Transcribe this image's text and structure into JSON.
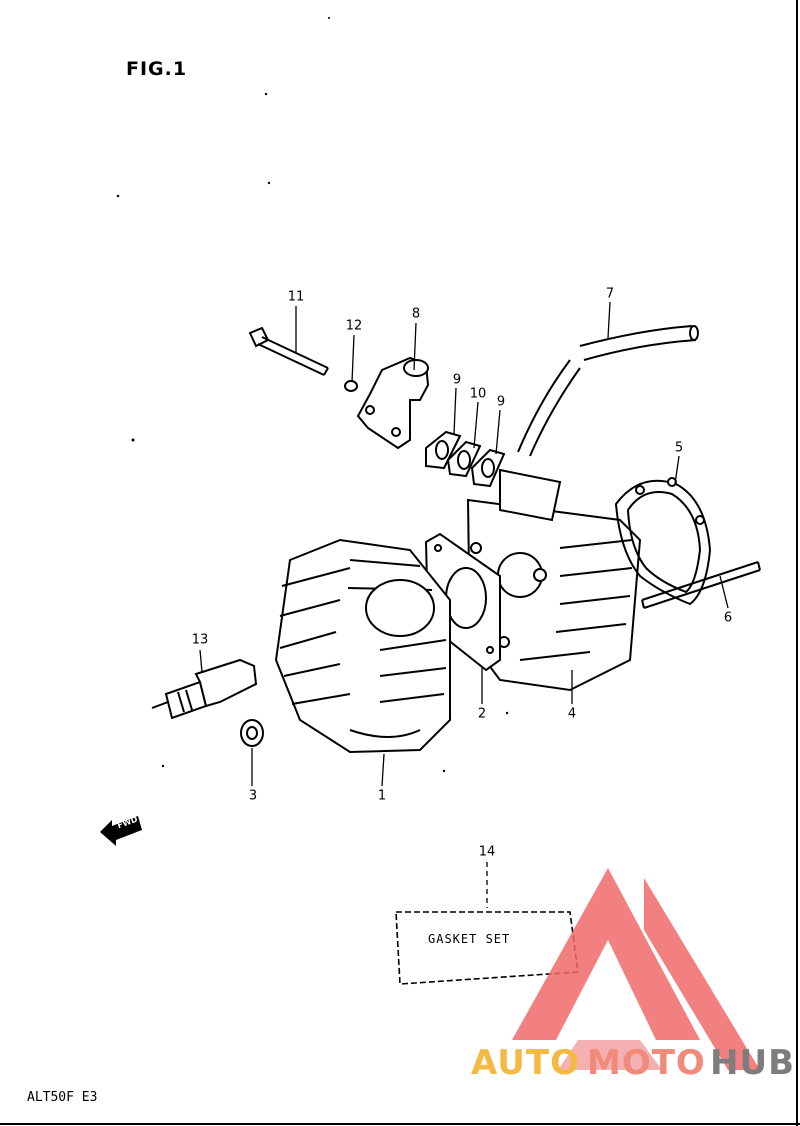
{
  "figure": {
    "title": "FIG.1",
    "model_code": "ALT50F E3"
  },
  "callouts": [
    {
      "id": "1",
      "label": "1"
    },
    {
      "id": "2",
      "label": "2"
    },
    {
      "id": "3",
      "label": "3"
    },
    {
      "id": "4",
      "label": "4"
    },
    {
      "id": "5",
      "label": "5"
    },
    {
      "id": "6",
      "label": "6"
    },
    {
      "id": "7",
      "label": "7"
    },
    {
      "id": "8",
      "label": "8"
    },
    {
      "id": "9a",
      "label": "9"
    },
    {
      "id": "10",
      "label": "10"
    },
    {
      "id": "9b",
      "label": "9"
    },
    {
      "id": "11",
      "label": "11"
    },
    {
      "id": "12",
      "label": "12"
    },
    {
      "id": "13",
      "label": "13"
    },
    {
      "id": "14",
      "label": "14"
    }
  ],
  "gasket_set": {
    "label": "GASKET SET"
  },
  "fwd_arrow": {
    "label": "FWD"
  },
  "watermark": {
    "part1": "AUTO",
    "part2": "MOTO",
    "part3": "HUB",
    "colors": {
      "auto": "#f4b942",
      "moto": "#f08a7a",
      "hub": "#7d7d7d",
      "logo": "#f06a6a"
    }
  }
}
